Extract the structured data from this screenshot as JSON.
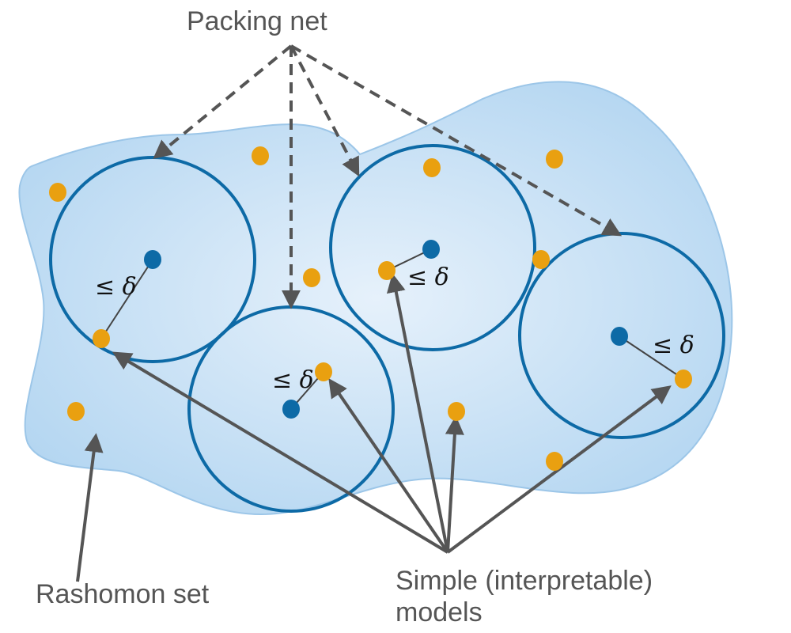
{
  "labels": {
    "packing_net": "Packing net",
    "rashomon_set": "Rashomon set",
    "simple_models_line1": "Simple (interpretable)",
    "simple_models_line2": "models",
    "delta": "≤ δ"
  },
  "colors": {
    "region_fill": "#bcdcf3",
    "region_stroke": "#9cc6e8",
    "ball_stroke": "#0d6aa6",
    "center_point": "#0d6aa6",
    "model_point": "#e9a010",
    "arrow": "#555555"
  }
}
